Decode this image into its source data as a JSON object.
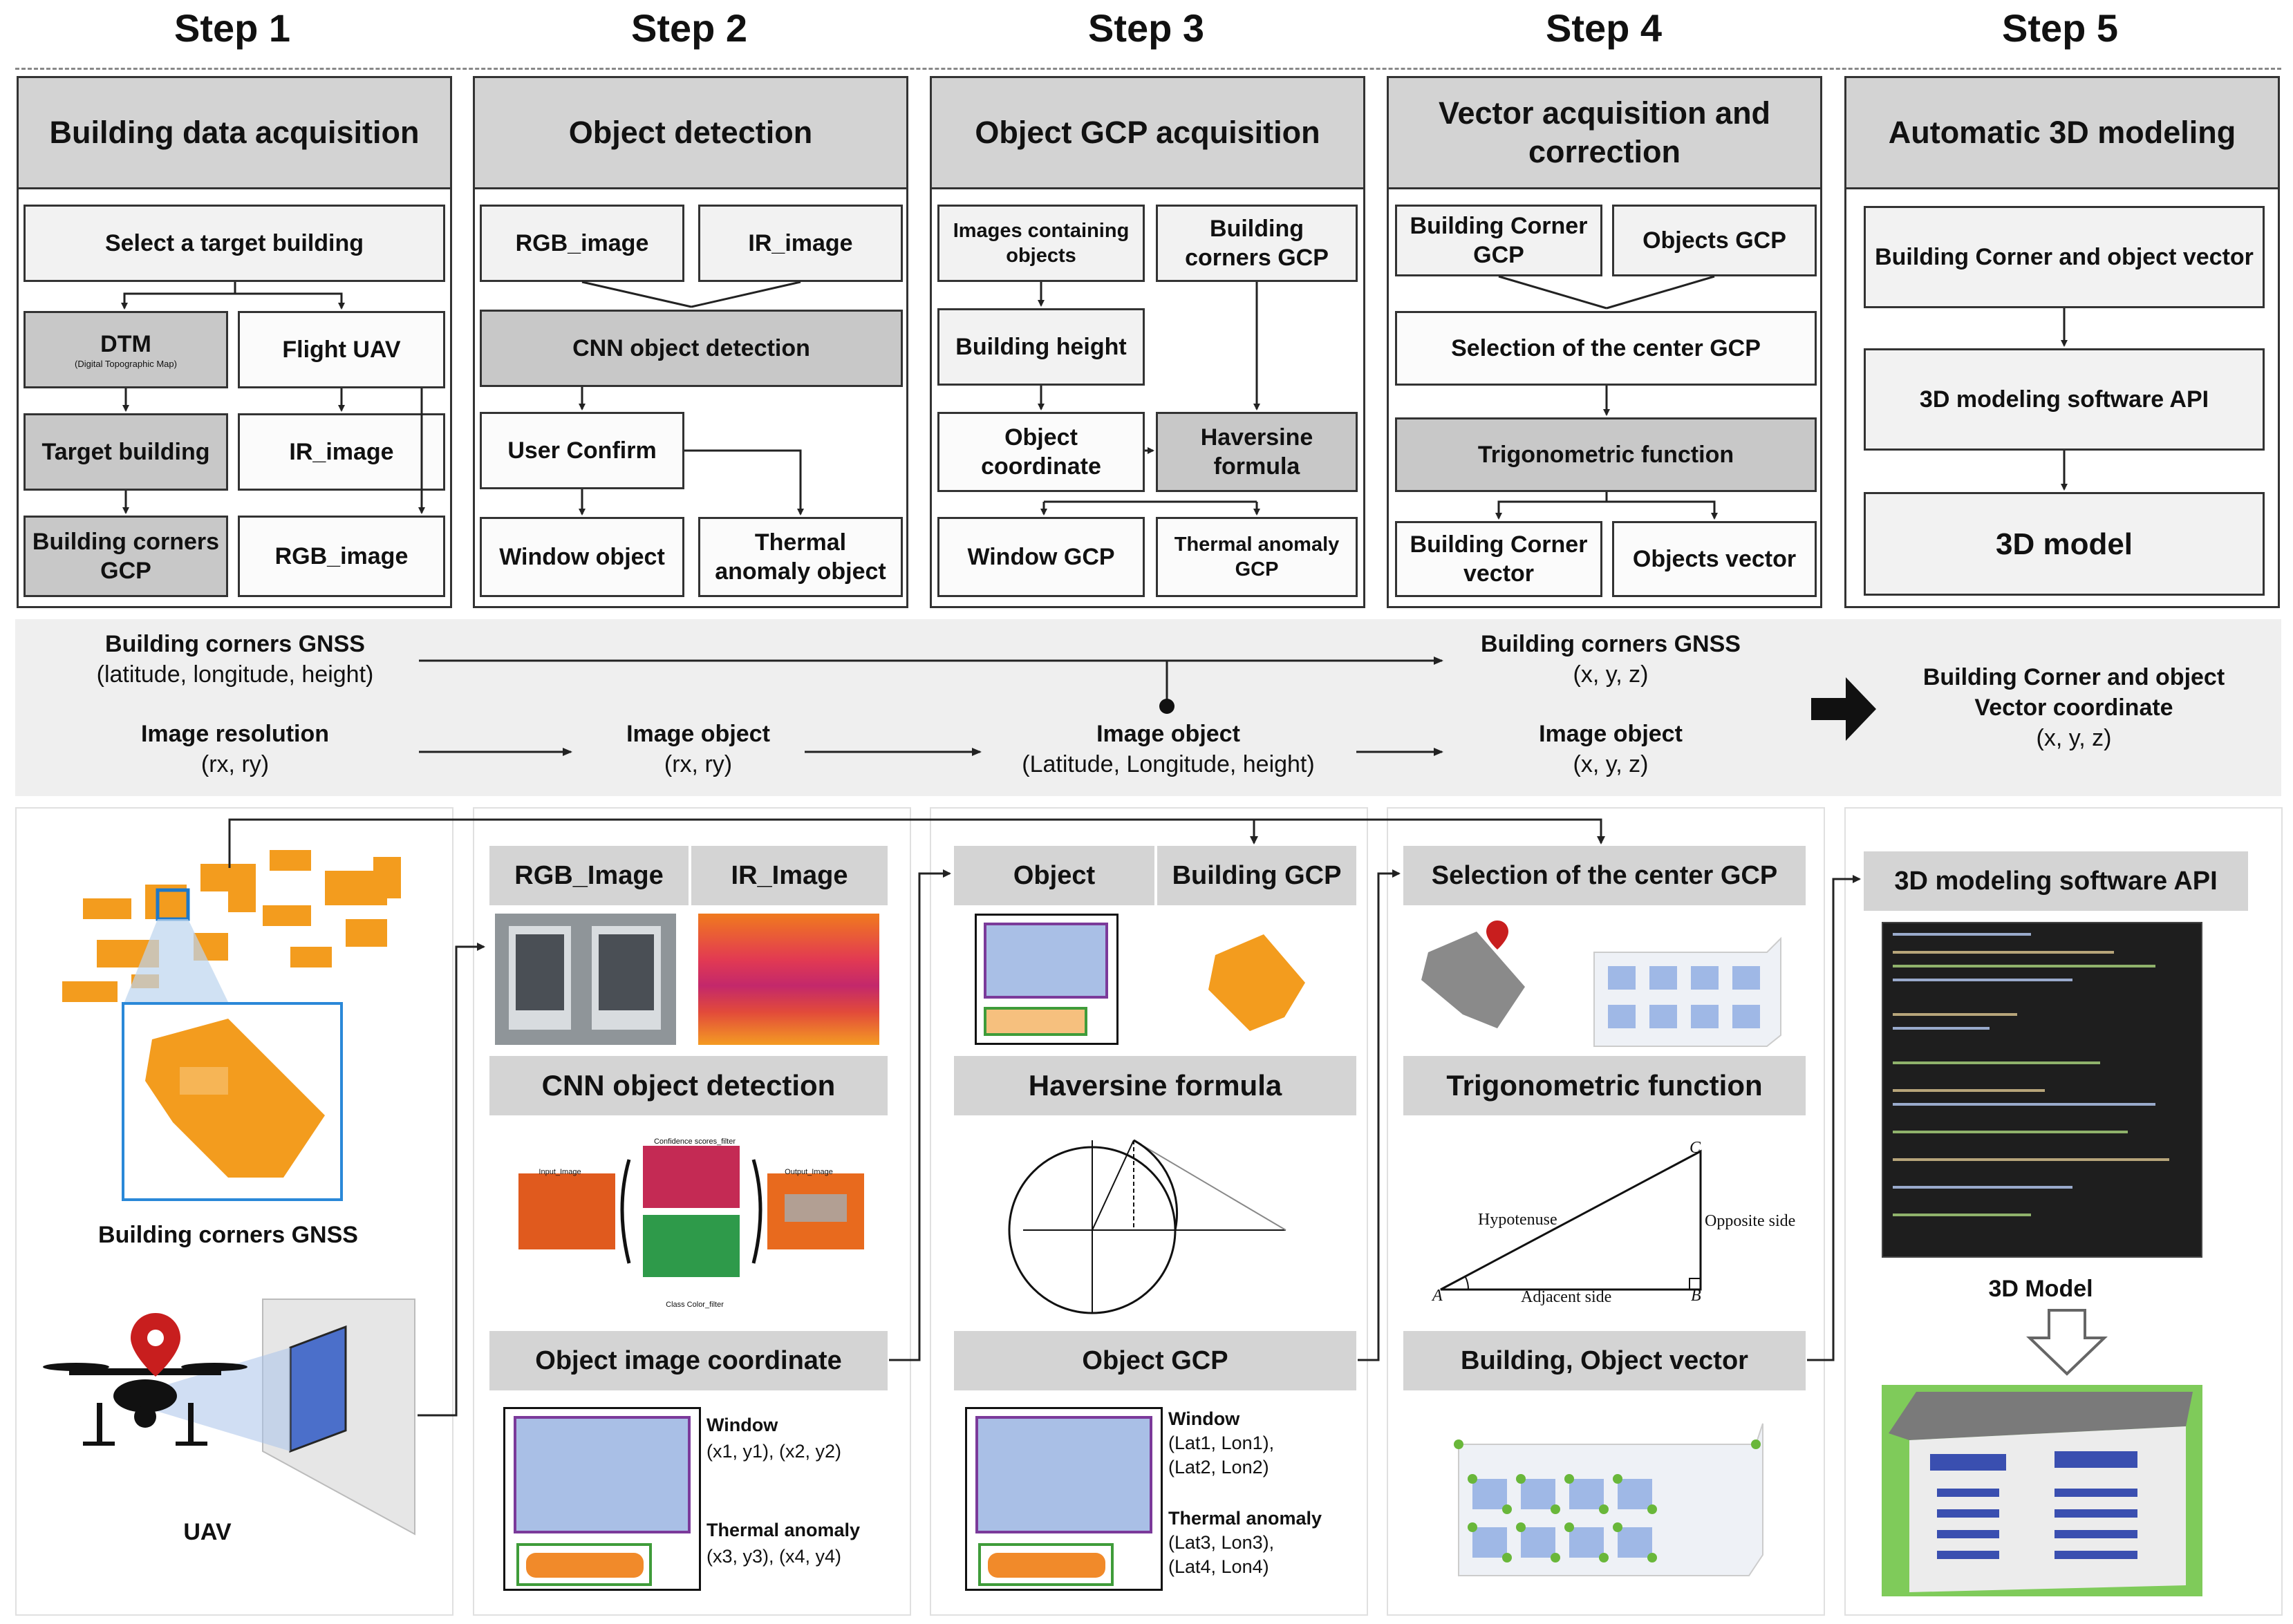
{
  "steps": [
    "Step 1",
    "Step 2",
    "Step 3",
    "Step 4",
    "Step 5"
  ],
  "panels": {
    "p1": {
      "title": "Building data acquisition",
      "select": "Select a target building",
      "dtm": "DTM",
      "dtm_sub": "(Digital Topographic Map)",
      "flight": "Flight UAV",
      "target": "Target building",
      "ir": "IR_image",
      "corners": "Building corners GCP",
      "rgb": "RGB_image"
    },
    "p2": {
      "title": "Object detection",
      "rgb": "RGB_image",
      "ir": "IR_image",
      "cnn": "CNN object detection",
      "confirm": "User Confirm",
      "window": "Window object",
      "thermal": "Thermal anomaly object"
    },
    "p3": {
      "title": "Object GCP acquisition",
      "images": "Images containing objects",
      "corners": "Building corners GCP",
      "height": "Building height",
      "coord": "Object coordinate",
      "haversine": "Haversine formula",
      "wgcp": "Window GCP",
      "tgcp": "Thermal anomaly GCP"
    },
    "p4": {
      "title": "Vector acquisition and correction",
      "bcgcp": "Building Corner GCP",
      "ogcp": "Objects GCP",
      "center": "Selection of the center GCP",
      "trig": "Trigonometric function",
      "bcv": "Building Corner vector",
      "ov": "Objects vector"
    },
    "p5": {
      "title": "Automatic 3D modeling",
      "vector": "Building Corner and object vector",
      "api": "3D modeling software API",
      "model": "3D model"
    }
  },
  "band": {
    "gnss_left_title": "Building corners GNSS",
    "gnss_left_sub": "(latitude, longitude, height)",
    "res_title": "Image resolution",
    "res_sub": "(rx, ry)",
    "obj1_title": "Image object",
    "obj1_sub": "(rx, ry)",
    "obj2_title": "Image object",
    "obj2_sub": "(Latitude, Longitude, height)",
    "gnss_right_title": "Building corners GNSS",
    "gnss_right_sub": "(x, y, z)",
    "obj3_title": "Image object",
    "obj3_sub": "(x, y, z)",
    "final_title": "Building Corner and object Vector coordinate",
    "final_sub": "(x, y, z)"
  },
  "lower": {
    "c1": {
      "gnss": "Building corners GNSS",
      "uav": "UAV"
    },
    "c2": {
      "rgb": "RGB_Image",
      "ir": "IR_Image",
      "cnn": "CNN object detection",
      "in_img": "Input_Image",
      "conf": "Confidence scores_filter",
      "out_img": "Output_Image",
      "cls": "Class Color_filter",
      "coord": "Object image coordinate",
      "window": "Window",
      "w_val": "(x1, y1), (x2, y2)",
      "thermal": "Thermal anomaly",
      "t_val": "(x3, y3), (x4, y4)"
    },
    "c3": {
      "object": "Object",
      "bgcp": "Building GCP",
      "haversine": "Haversine formula",
      "gcp": "Object GCP",
      "window": "Window",
      "w_val1": "(Lat1, Lon1),",
      "w_val2": "(Lat2, Lon2)",
      "thermal": "Thermal anomaly",
      "t_val1": "(Lat3, Lon3),",
      "t_val2": "(Lat4, Lon4)"
    },
    "c4": {
      "center": "Selection of the center GCP",
      "trig": "Trigonometric function",
      "vector": "Building, Object vector",
      "hyp": "Hypotenuse",
      "opp": "Opposite side",
      "adj": "Adjacent side",
      "A": "A",
      "B": "B",
      "C": "C"
    },
    "c5": {
      "api": "3D modeling software API",
      "model": "3D Model"
    }
  }
}
